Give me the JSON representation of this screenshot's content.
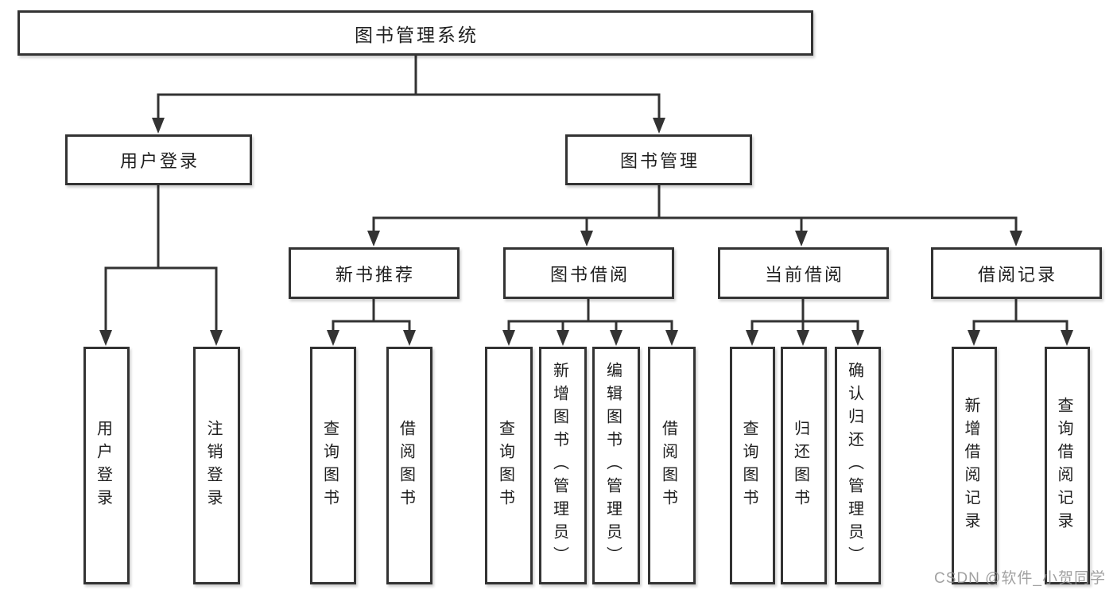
{
  "diagram": {
    "title": "图书管理系统",
    "level2": {
      "user_login": "用户登录",
      "book_management": "图书管理"
    },
    "level3": {
      "new_book_rec": "新书推荐",
      "book_borrowing": "图书借阅",
      "current_borrowing": "当前借阅",
      "borrowing_records": "借阅记录"
    },
    "leaves": {
      "user_login": [
        "用户登录",
        "注销登录"
      ],
      "new_book_rec": [
        "查询图书",
        "借阅图书"
      ],
      "book_borrowing": [
        "查询图书",
        "新增图书（管理员）",
        "编辑图书（管理员）",
        "借阅图书"
      ],
      "current_borrowing": [
        "查询图书",
        "归还图书",
        "确认归还（管理员）"
      ],
      "borrowing_records": [
        "新增借阅记录",
        "查询借阅记录"
      ]
    },
    "watermark": "CSDN @软件_小贺同学",
    "colors": {
      "line": "#333333",
      "text": "#1f1f1f",
      "background": "#ffffff",
      "watermark": "#919191"
    }
  }
}
